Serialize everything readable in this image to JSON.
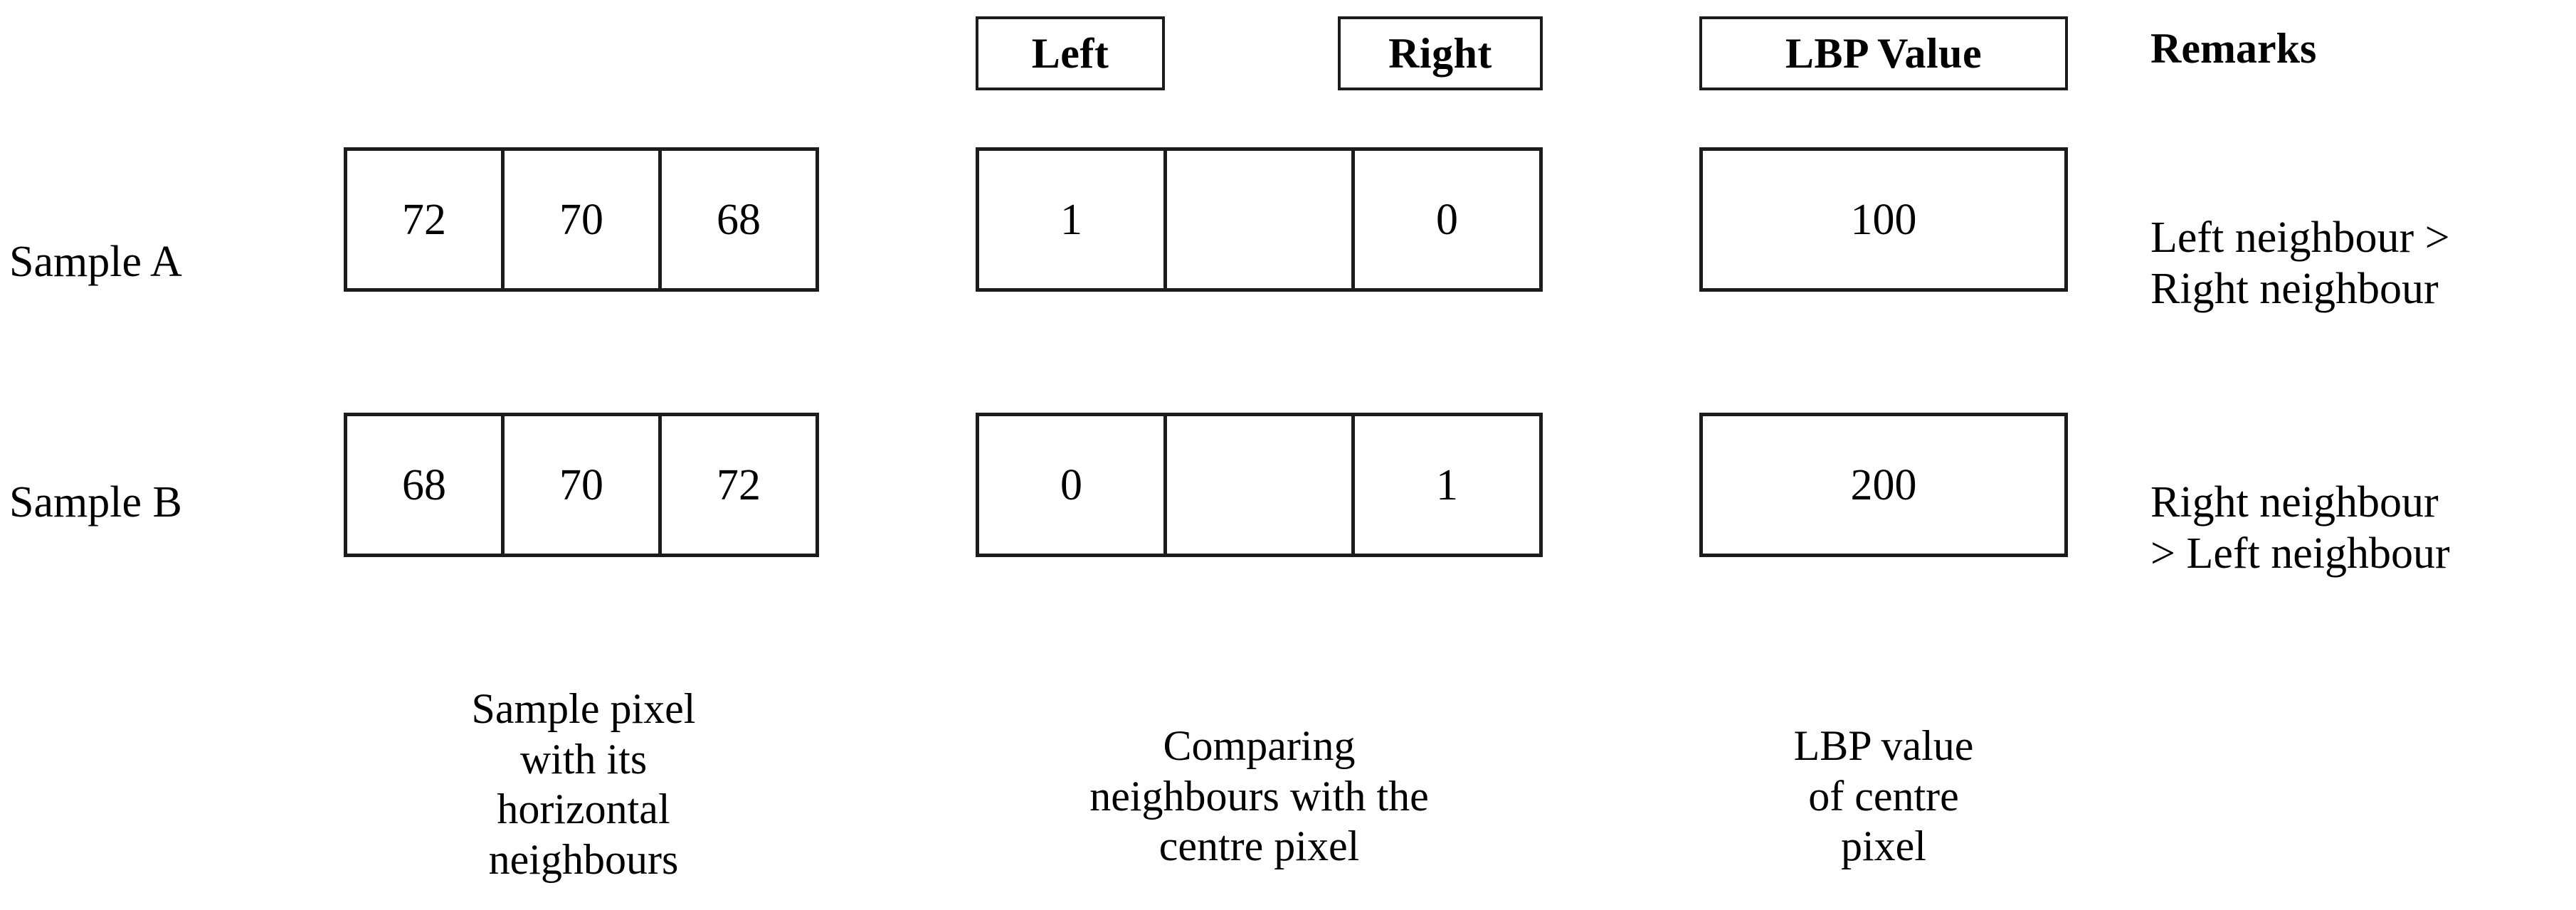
{
  "figure": {
    "headers": [
      {
        "id": "left",
        "label": "Left",
        "boxed": true
      },
      {
        "id": "right",
        "label": "Right",
        "boxed": true
      },
      {
        "id": "lbp_value",
        "label": "LBP Value",
        "boxed": true
      },
      {
        "id": "remarks",
        "label": "Remarks",
        "boxed": false
      }
    ],
    "rows": [
      {
        "id": "sample-a",
        "label": "Sample A",
        "pixels": [
          "72",
          "70",
          "68"
        ],
        "comparison": [
          "1",
          "",
          "0"
        ],
        "lbp_value": "100",
        "remarks": "Left neighbour >\nRight neighbour"
      },
      {
        "id": "sample-b",
        "label": "Sample B",
        "pixels": [
          "68",
          "70",
          "72"
        ],
        "comparison": [
          "0",
          "",
          "1"
        ],
        "lbp_value": "200",
        "remarks": "Right neighbour\n> Left neighbour"
      }
    ],
    "captions": [
      {
        "id": "pixels-caption",
        "text": "Sample pixel\nwith its\nhorizontal\nneighbours"
      },
      {
        "id": "comparison-caption",
        "text": "Comparing\nneighbours with the\ncentre pixel"
      },
      {
        "id": "lbp-caption",
        "text": "LBP value\nof centre\npixel"
      }
    ],
    "colors": {
      "background": "#ffffff",
      "ink": "#000000",
      "border": "#1c1c1c"
    }
  }
}
